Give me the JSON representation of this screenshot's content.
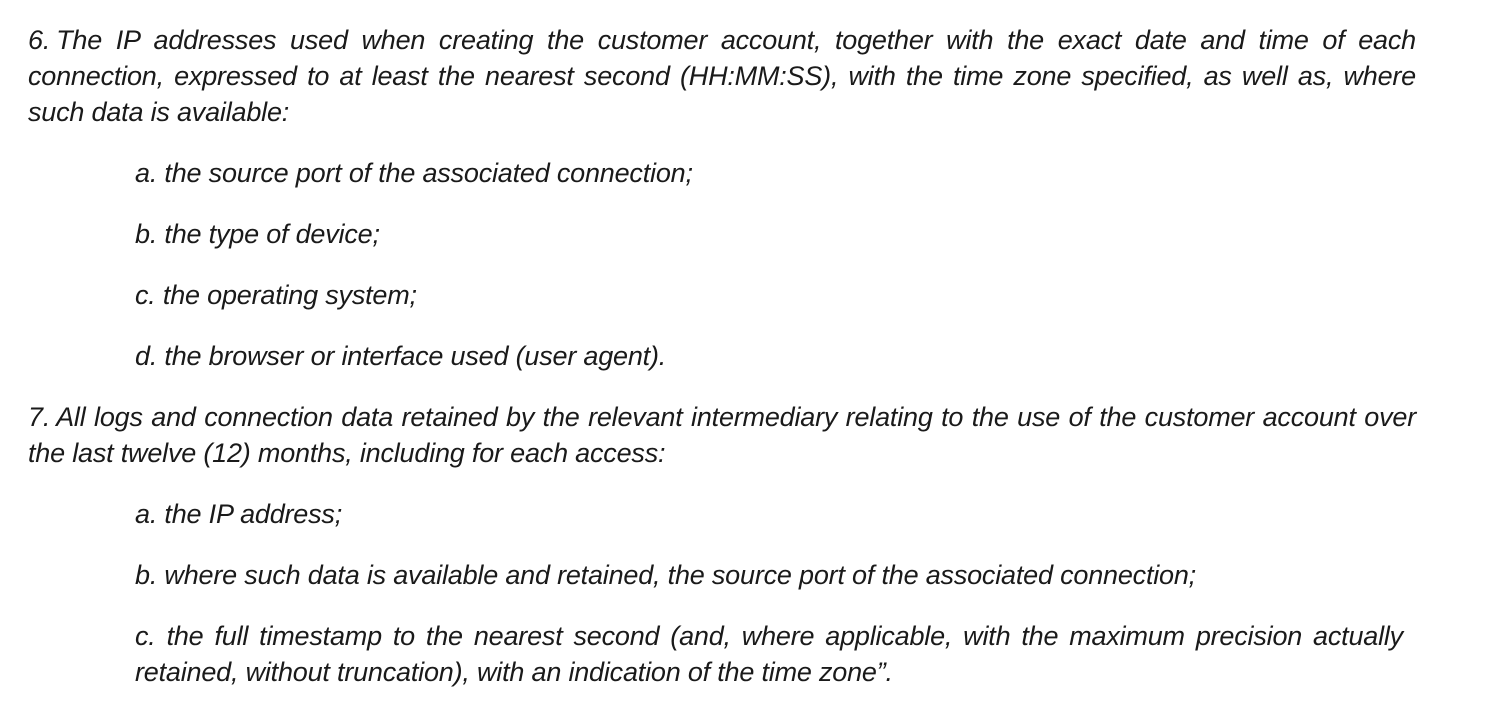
{
  "document": {
    "sections": [
      {
        "number": "6.",
        "text": "The IP addresses used when creating the customer account, together with the exact date and time of each connection, expressed to at least the nearest second (HH:MM:SS), with the time zone specified, as well as, where such data is available:",
        "items": [
          "a. the source port of the associated connection;",
          "b. the type of device;",
          "c. the operating system;",
          "d. the browser or interface used (user agent)."
        ]
      },
      {
        "number": "7.",
        "text": "All logs and connection data retained by the relevant intermediary relating to the use of the customer account over the last twelve (12) months, including for each access:",
        "items": [
          "a. the IP address;",
          "b. where such data is available and retained, the source port of the associated connection;",
          "c. the full timestamp to the nearest second (and, where applicable, with the maximum precision actually retained, without truncation), with an indication of the time zone”."
        ]
      }
    ]
  }
}
